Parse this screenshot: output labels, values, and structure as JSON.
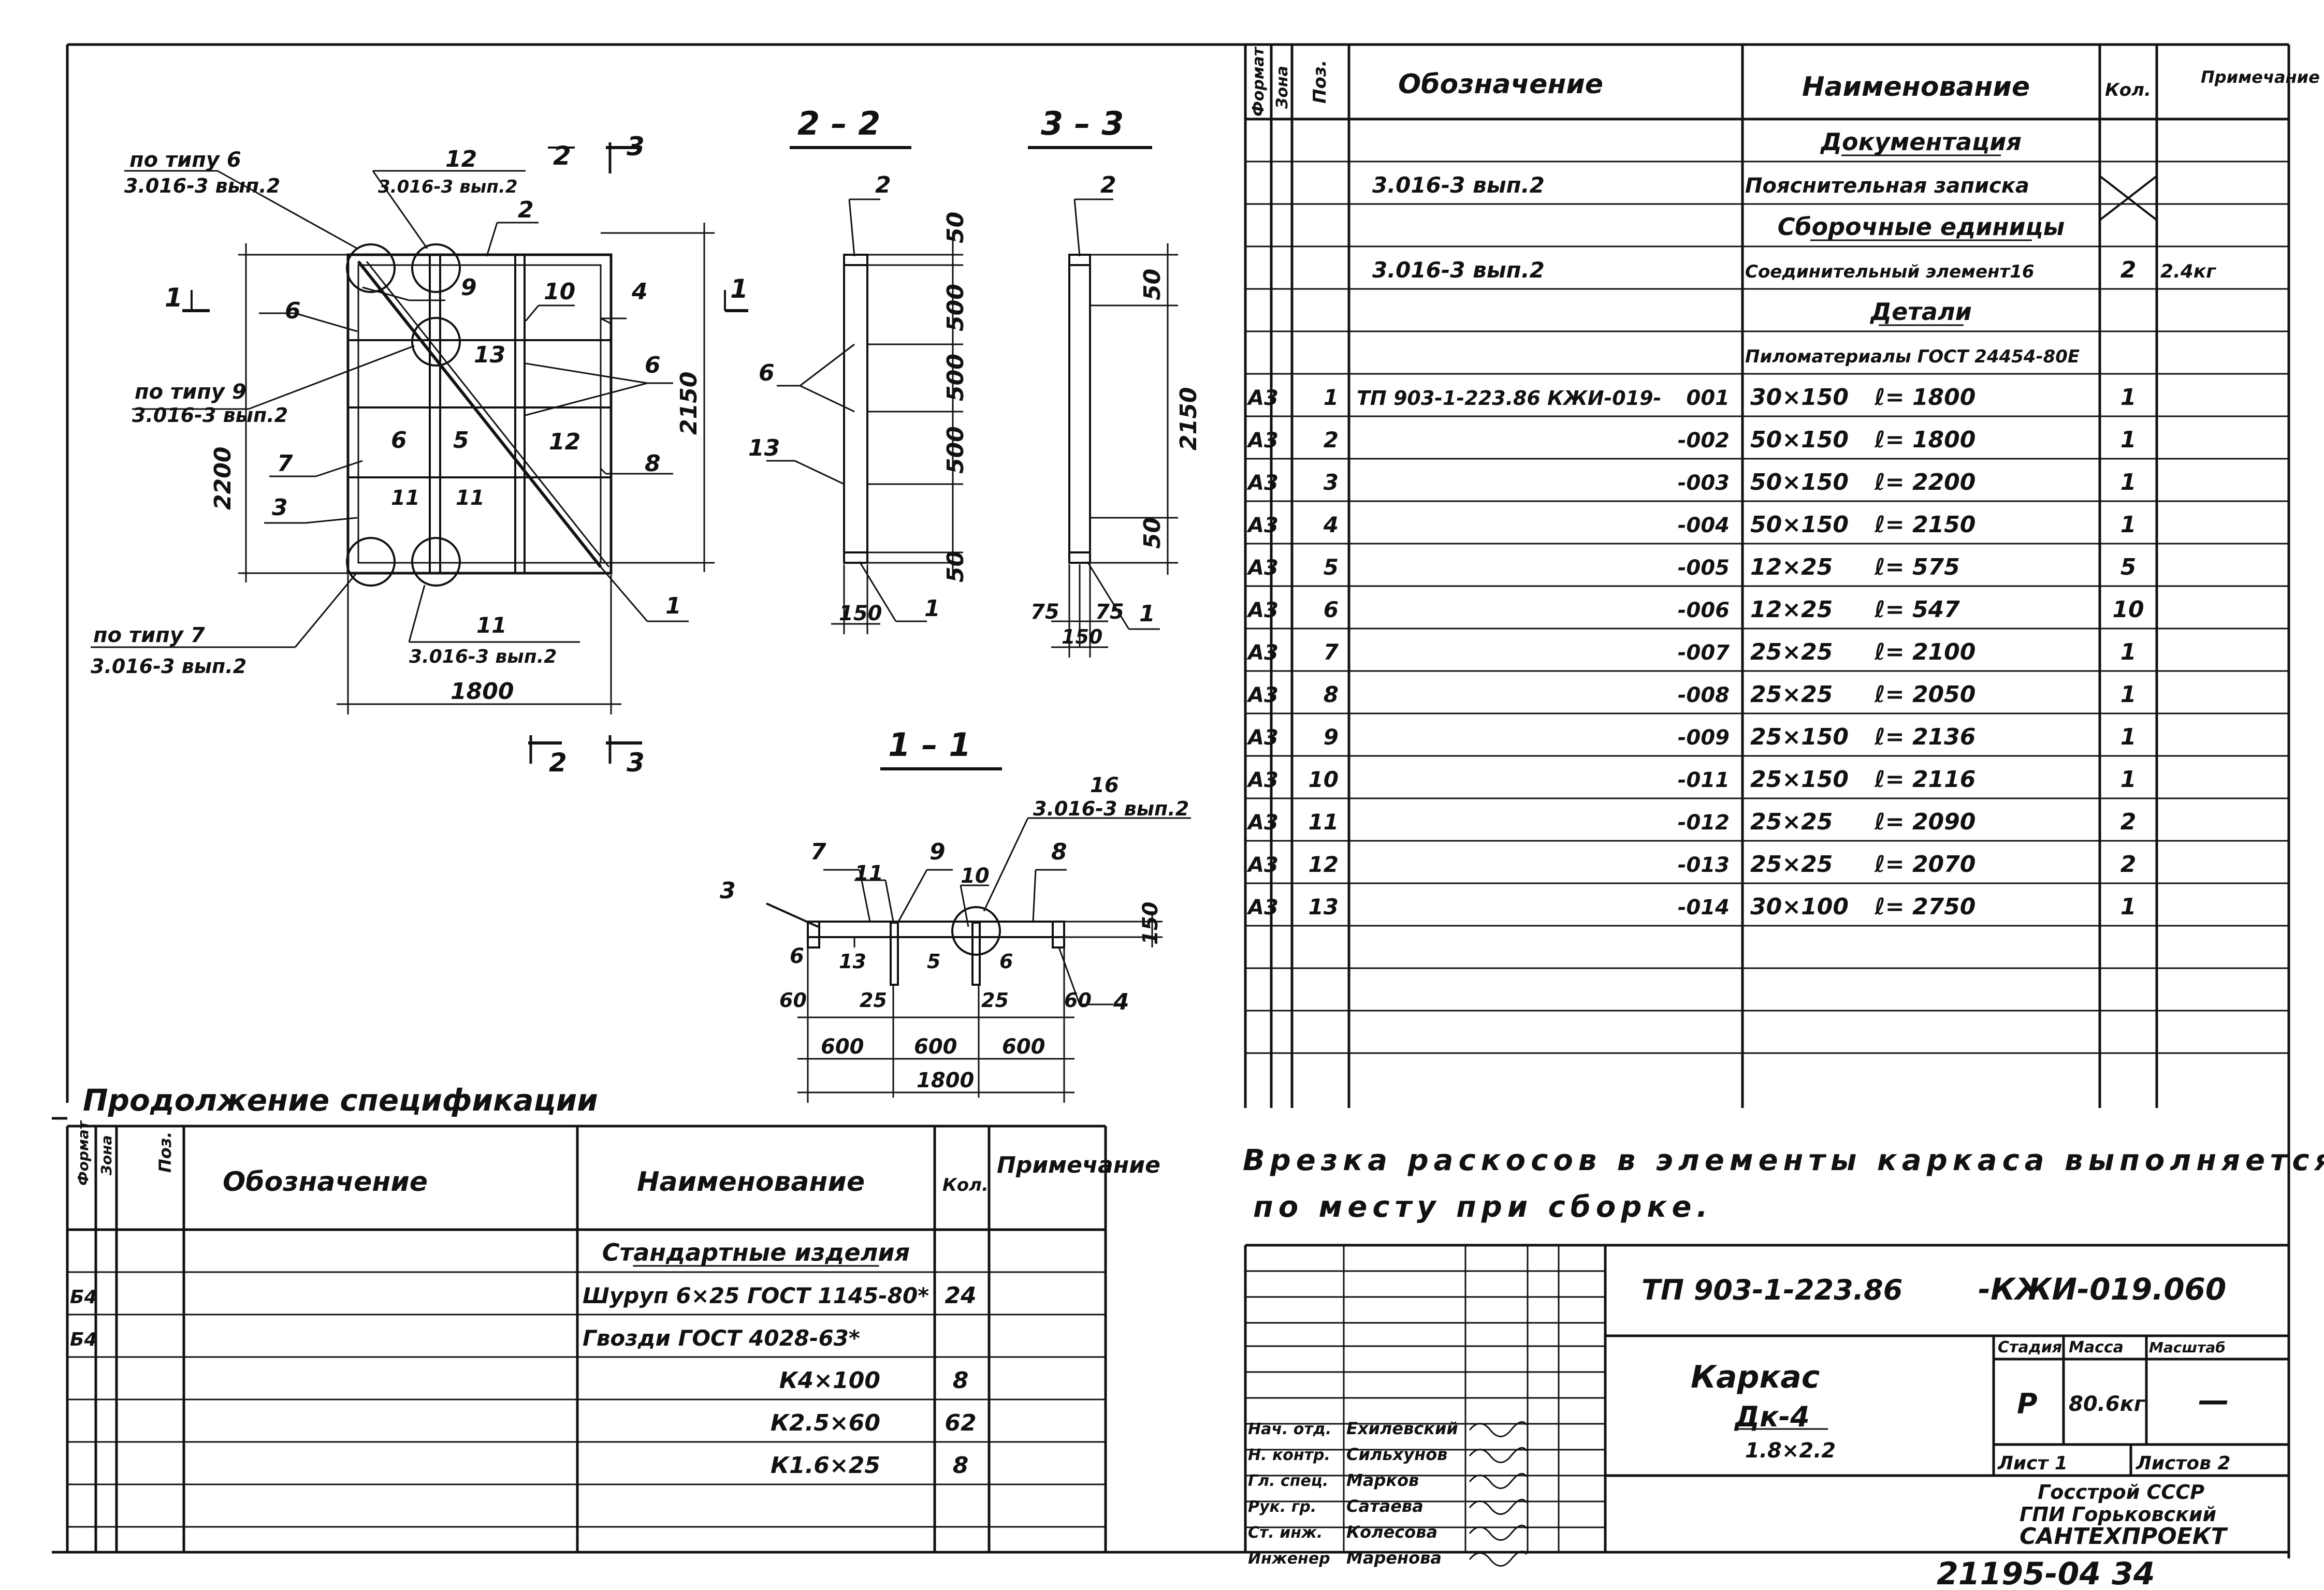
{
  "section_labels": {
    "s22": "2 – 2",
    "s33": "3 – 3",
    "s11": "1 – 1"
  },
  "frame_view": {
    "callout_tl": [
      "по типу 6",
      "3.016-3 вып.2"
    ],
    "callout_t12": [
      "12",
      "3.016-3 вып.2"
    ],
    "callout_l9": [
      "по типу 9",
      "3.016-3 вып.2"
    ],
    "callout_bl7": [
      "по типу 7",
      "3.016-3 вып.2"
    ],
    "callout_b11": [
      "11",
      "3.016-3 вып.2"
    ],
    "dim_height_left": "2200",
    "dim_height_right": "2150",
    "dim_width": "1800",
    "cut_marks": [
      "1",
      "1",
      "2",
      "3",
      "2",
      "3"
    ],
    "positions": [
      "2",
      "9",
      "10",
      "4",
      "6",
      "13",
      "6",
      "6",
      "5",
      "12",
      "7",
      "8",
      "11",
      "11",
      "3",
      "1"
    ]
  },
  "section_22_view": {
    "dims": [
      "50",
      "500",
      "500",
      "500",
      "50",
      "150"
    ],
    "positions": [
      "2",
      "6",
      "13",
      "1"
    ]
  },
  "section_33_view": {
    "dims": [
      "50",
      "2150",
      "50",
      "75",
      "75",
      "150"
    ],
    "positions": [
      "2",
      "1"
    ]
  },
  "section_11_view": {
    "callout": [
      "16",
      "3.016-3 вып.2"
    ],
    "positions": [
      "7",
      "11",
      "9",
      "10",
      "8",
      "3",
      "6",
      "13",
      "5",
      "6",
      "4"
    ],
    "dims": [
      "150",
      "60",
      "25",
      "25",
      "60",
      "600",
      "600",
      "600",
      "1800"
    ]
  },
  "spec_main": {
    "headers": [
      "Формат",
      "Зона",
      "Поз.",
      "Обозначение",
      "Наименование",
      "Кол.",
      "Примечание"
    ],
    "rows": [
      {
        "fmt": "",
        "pos": "",
        "designation": "",
        "name": "Документация",
        "qty": "",
        "note": "",
        "kind": "section"
      },
      {
        "fmt": "",
        "pos": "",
        "designation": "3.016-3 вып.2",
        "name": "Пояснительная записка",
        "qty": "",
        "note": "",
        "kind": "doc"
      },
      {
        "fmt": "",
        "pos": "",
        "designation": "",
        "name": "Сборочные единицы",
        "qty": "",
        "note": "",
        "kind": "section"
      },
      {
        "fmt": "",
        "pos": "",
        "designation": "3.016-3 вып.2",
        "name": "Соединительный элемент16",
        "qty": "2",
        "note": "2.4кг",
        "kind": "row"
      },
      {
        "fmt": "",
        "pos": "",
        "designation": "",
        "name": "Детали",
        "qty": "",
        "note": "",
        "kind": "section"
      },
      {
        "fmt": "",
        "pos": "",
        "designation": "",
        "name": "Пиломатериалы ГОСТ 24454-80Е",
        "qty": "",
        "note": "",
        "kind": "row"
      },
      {
        "fmt": "А3",
        "pos": "1",
        "designation": "ТП 903-1-223.86 КЖИ-019-",
        "suffix": "001",
        "name": "30×150",
        "len": "ℓ= 1800",
        "qty": "1",
        "note": "",
        "kind": "part"
      },
      {
        "fmt": "А3",
        "pos": "2",
        "designation": "",
        "suffix": "-002",
        "name": "50×150",
        "len": "ℓ= 1800",
        "qty": "1",
        "note": "",
        "kind": "part"
      },
      {
        "fmt": "А3",
        "pos": "3",
        "designation": "",
        "suffix": "-003",
        "name": "50×150",
        "len": "ℓ= 2200",
        "qty": "1",
        "note": "",
        "kind": "part"
      },
      {
        "fmt": "А3",
        "pos": "4",
        "designation": "",
        "suffix": "-004",
        "name": "50×150",
        "len": "ℓ= 2150",
        "qty": "1",
        "note": "",
        "kind": "part"
      },
      {
        "fmt": "А3",
        "pos": "5",
        "designation": "",
        "suffix": "-005",
        "name": "12×25",
        "len": "ℓ= 575",
        "qty": "5",
        "note": "",
        "kind": "part"
      },
      {
        "fmt": "А3",
        "pos": "6",
        "designation": "",
        "suffix": "-006",
        "name": "12×25",
        "len": "ℓ= 547",
        "qty": "10",
        "note": "",
        "kind": "part"
      },
      {
        "fmt": "А3",
        "pos": "7",
        "designation": "",
        "suffix": "-007",
        "name": "25×25",
        "len": "ℓ= 2100",
        "qty": "1",
        "note": "",
        "kind": "part"
      },
      {
        "fmt": "А3",
        "pos": "8",
        "designation": "",
        "suffix": "-008",
        "name": "25×25",
        "len": "ℓ= 2050",
        "qty": "1",
        "note": "",
        "kind": "part"
      },
      {
        "fmt": "А3",
        "pos": "9",
        "designation": "",
        "suffix": "-009",
        "name": "25×150",
        "len": "ℓ= 2136",
        "qty": "1",
        "note": "",
        "kind": "part"
      },
      {
        "fmt": "А3",
        "pos": "10",
        "designation": "",
        "suffix": "-011",
        "name": "25×150",
        "len": "ℓ= 2116",
        "qty": "1",
        "note": "",
        "kind": "part"
      },
      {
        "fmt": "А3",
        "pos": "11",
        "designation": "",
        "suffix": "-012",
        "name": "25×25",
        "len": "ℓ= 2090",
        "qty": "2",
        "note": "",
        "kind": "part"
      },
      {
        "fmt": "А3",
        "pos": "12",
        "designation": "",
        "suffix": "-013",
        "name": "25×25",
        "len": "ℓ= 2070",
        "qty": "2",
        "note": "",
        "kind": "part"
      },
      {
        "fmt": "А3",
        "pos": "13",
        "designation": "",
        "suffix": "-014",
        "name": "30×100",
        "len": "ℓ= 2750",
        "qty": "1",
        "note": "",
        "kind": "part"
      }
    ]
  },
  "continuation": {
    "title": "Продолжение спецификации",
    "headers": [
      "Формат",
      "Зона",
      "Поз.",
      "Обозначение",
      "Наименование",
      "Кол.",
      "Примечание"
    ],
    "rows": [
      {
        "fmt": "",
        "name": "Стандартные изделия",
        "qty": "",
        "kind": "section"
      },
      {
        "fmt": "Б4",
        "name": "Шуруп 6×25 ГОСТ 1145-80*",
        "qty": "24",
        "kind": "row"
      },
      {
        "fmt": "Б4",
        "name": "Гвозди ГОСТ 4028-63*",
        "qty": "",
        "kind": "row"
      },
      {
        "fmt": "",
        "name": "К4×100",
        "qty": "8",
        "kind": "sub"
      },
      {
        "fmt": "",
        "name": "К2.5×60",
        "qty": "62",
        "kind": "sub"
      },
      {
        "fmt": "",
        "name": "К1.6×25",
        "qty": "8",
        "kind": "sub"
      }
    ]
  },
  "note": {
    "line1": "Врезка раскосов в элементы каркаса выполняется",
    "line2": "по месту при сборке."
  },
  "title_block": {
    "code": "ТП 903-1-223.86",
    "code_suffix": "-КЖИ-019.060",
    "name_line1": "Каркас",
    "name_line2": "Дк-4",
    "name_line3": "1.8×2.2",
    "h_stage": "Стадия",
    "h_mass": "Масса",
    "h_scale": "Масштаб",
    "stage": "Р",
    "mass": "80.6кг",
    "scale": "—",
    "sheet": "Лист 1",
    "sheets": "Листов 2",
    "org1": "Госстрой СССР",
    "org2": "ГПИ Горьковский",
    "org3": "САНТЕХПРОЕКТ",
    "people": [
      {
        "role": "Нач. отд.",
        "name": "Ехилевский"
      },
      {
        "role": "Н. контр.",
        "name": "Сильхунов"
      },
      {
        "role": "Гл. спец.",
        "name": "Марков"
      },
      {
        "role": "Рук. гр.",
        "name": "Сатаева"
      },
      {
        "role": "Ст. инж.",
        "name": "Колесова"
      },
      {
        "role": "Инженер",
        "name": "Маренова"
      }
    ]
  },
  "archive_number": "21195-04 34"
}
